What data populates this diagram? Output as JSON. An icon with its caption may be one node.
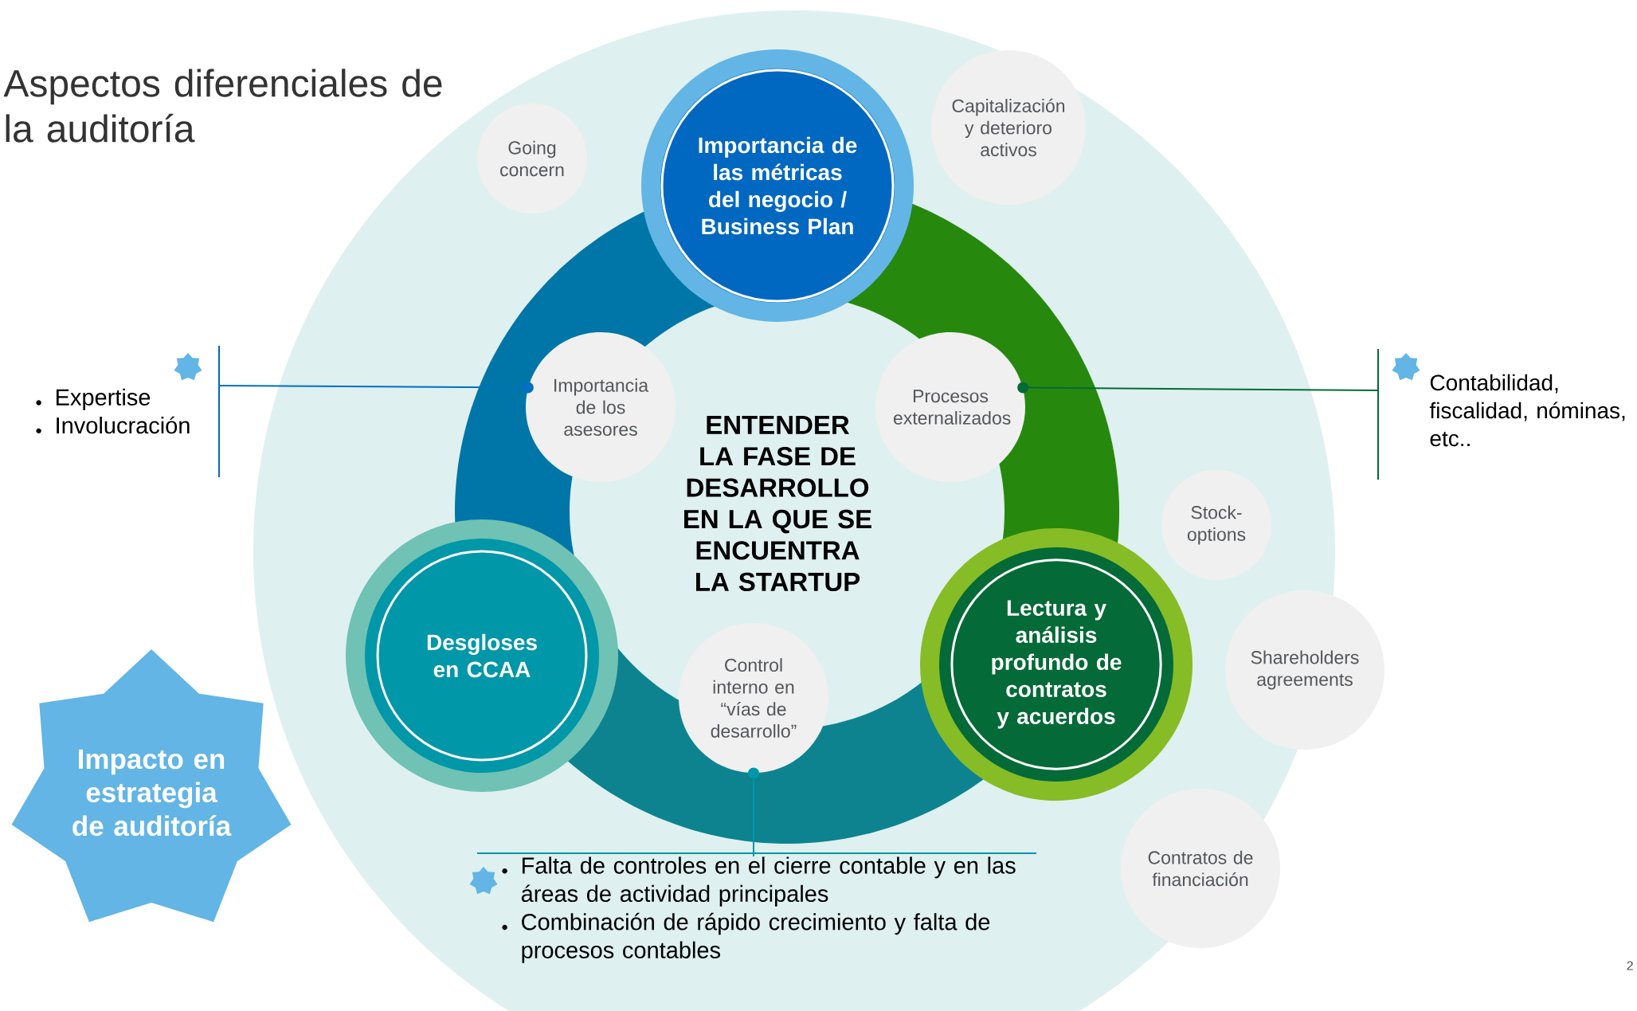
{
  "diagram": {
    "title": "Aspectos diferenciales de la auditoría",
    "nodes": [
      {
        "text": [
          "ENTENDER LA FASE DE DESARROLLO EN LA QUE SE ENCUENTRA LA STARTUP"
        ]
      },
      {
        "text": [
          "Importancia de las métricas del negocio / Business Plan"
        ]
      },
      {
        "text": [
          "Desgloses en CCAA"
        ]
      },
      {
        "text": [
          "Lectura y análisis profundo de contratos y acuerdos"
        ]
      },
      {
        "text": [
          "Importancia de los asesores"
        ]
      },
      {
        "text": [
          "Procesos externalizados"
        ]
      },
      {
        "text": [
          "Control interno en “vías de desarrollo”"
        ]
      },
      {
        "text": [
          "Going concern"
        ]
      },
      {
        "text": [
          "Capitalización y deterioro activos"
        ]
      },
      {
        "text": [
          "Stock-options"
        ]
      },
      {
        "text": [
          "Shareholders agreements"
        ]
      },
      {
        "text": [
          "Contratos de financiación"
        ]
      },
      {
        "text": [
          "Expertise",
          "Involucración"
        ]
      },
      {
        "text": [
          "Contabilidad, fiscalidad, nóminas, etc.."
        ]
      },
      {
        "text": [
          "Falta de controles en el cierre contable y en las áreas de actividad principales",
          "Combinación de rápido crecimiento y falta de procesos contables"
        ]
      },
      {
        "text": [
          "Impacto en estrategia de auditoría"
        ]
      }
    ],
    "edges": [
      {
        "from": 12,
        "to": 4,
        "arrow": "other",
        "color": "#0070c0"
      },
      {
        "from": 13,
        "to": 5,
        "arrow": "other",
        "color": "#046a38"
      },
      {
        "from": 14,
        "to": 6,
        "arrow": "other",
        "color": "#0097a9"
      }
    ],
    "labels": [
      "2"
    ]
  }
}
